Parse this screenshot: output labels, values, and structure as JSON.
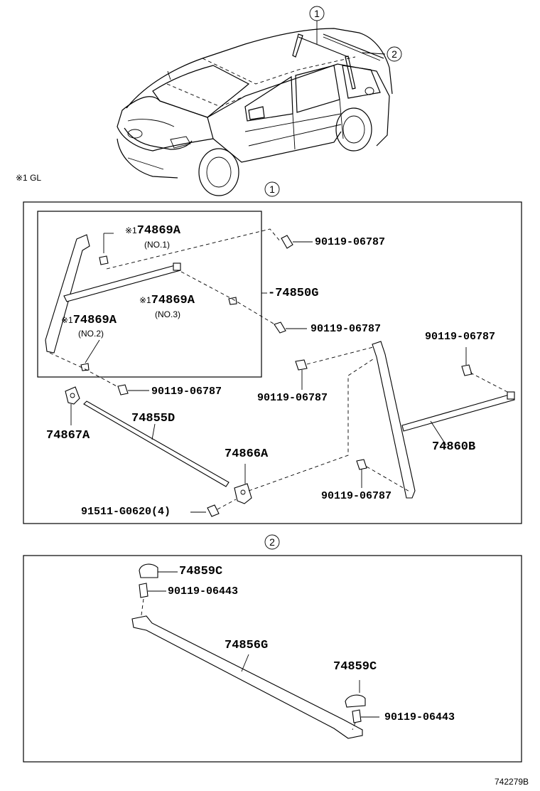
{
  "note": "※1 GL",
  "figure_id": "742279B",
  "callouts": {
    "c1": "1",
    "c2": "2"
  },
  "section1": {
    "parts": {
      "p74869A_no1": "74869A",
      "p74869A_no1_mark": "※1",
      "p74869A_no1_sub": "(NO.1)",
      "p74869A_no3": "74869A",
      "p74869A_no3_mark": "※1",
      "p74869A_no3_sub": "(NO.3)",
      "p74869A_no2": "74869A",
      "p74869A_no2_mark": "※1",
      "p74869A_no2_sub": "(NO.2)",
      "p74850G": "74850G",
      "bolt_a": "90119-06787",
      "bolt_b": "90119-06787",
      "bolt_c": "90119-06787",
      "bolt_d": "90119-06787",
      "bolt_e": "90119-06787",
      "bolt_f": "90119-06787",
      "p74867A": "74867A",
      "p74855D": "74855D",
      "p74866A": "74866A",
      "p74860B": "74860B",
      "p91511": "91511-G0620(4)"
    }
  },
  "section2": {
    "parts": {
      "p74859C_top": "74859C",
      "bolt_top": "90119-06443",
      "p74856G": "74856G",
      "p74859C_right": "74859C",
      "bolt_right": "90119-06443"
    }
  }
}
